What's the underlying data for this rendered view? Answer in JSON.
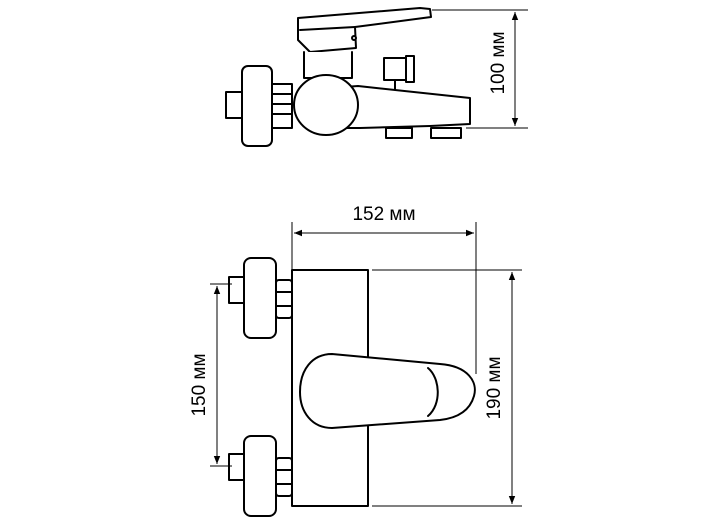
{
  "dimensions": {
    "side_height": "100 мм",
    "width": "152 мм",
    "spacing": "150 мм",
    "front_height": "190 мм"
  }
}
